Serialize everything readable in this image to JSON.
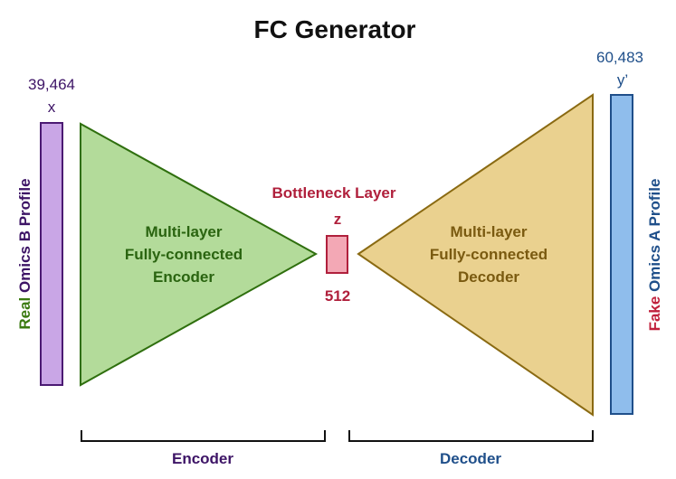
{
  "title": "FC Generator",
  "colors": {
    "input_fill": "#c9a6e6",
    "input_stroke": "#4b1a73",
    "encoder_fill": "#b3db9a",
    "encoder_stroke": "#2f6f0e",
    "encoder_text": "#2a6410",
    "bottleneck_fill": "#f3a8b5",
    "bottleneck_stroke": "#b0203c",
    "bottleneck_text": "#b0203c",
    "decoder_fill": "#ead18f",
    "decoder_stroke": "#8a6a12",
    "decoder_text": "#7a5a10",
    "output_fill": "#8fbdec",
    "output_stroke": "#1f4f8a",
    "purple_text": "#3d1466",
    "blue_text": "#1f4f8a",
    "real_text": "#3a7a10",
    "fake_text": "#c0203c"
  },
  "input": {
    "dim": "39,464",
    "symbol": "x",
    "side_label_prefix": "Real",
    "side_label_rest": " Omics B Profile"
  },
  "encoder": {
    "lines": [
      "Multi-layer",
      "Fully-connected",
      "Encoder"
    ],
    "bracket_label": "Encoder"
  },
  "bottleneck": {
    "title": "Bottleneck Layer",
    "symbol": "z",
    "dim": "512"
  },
  "decoder": {
    "lines": [
      "Multi-layer",
      "Fully-connected",
      "Decoder"
    ],
    "bracket_label": "Decoder"
  },
  "output": {
    "dim": "60,483",
    "symbol": "y’",
    "side_label_prefix": "Fake",
    "side_label_rest": " Omics A Profile"
  }
}
